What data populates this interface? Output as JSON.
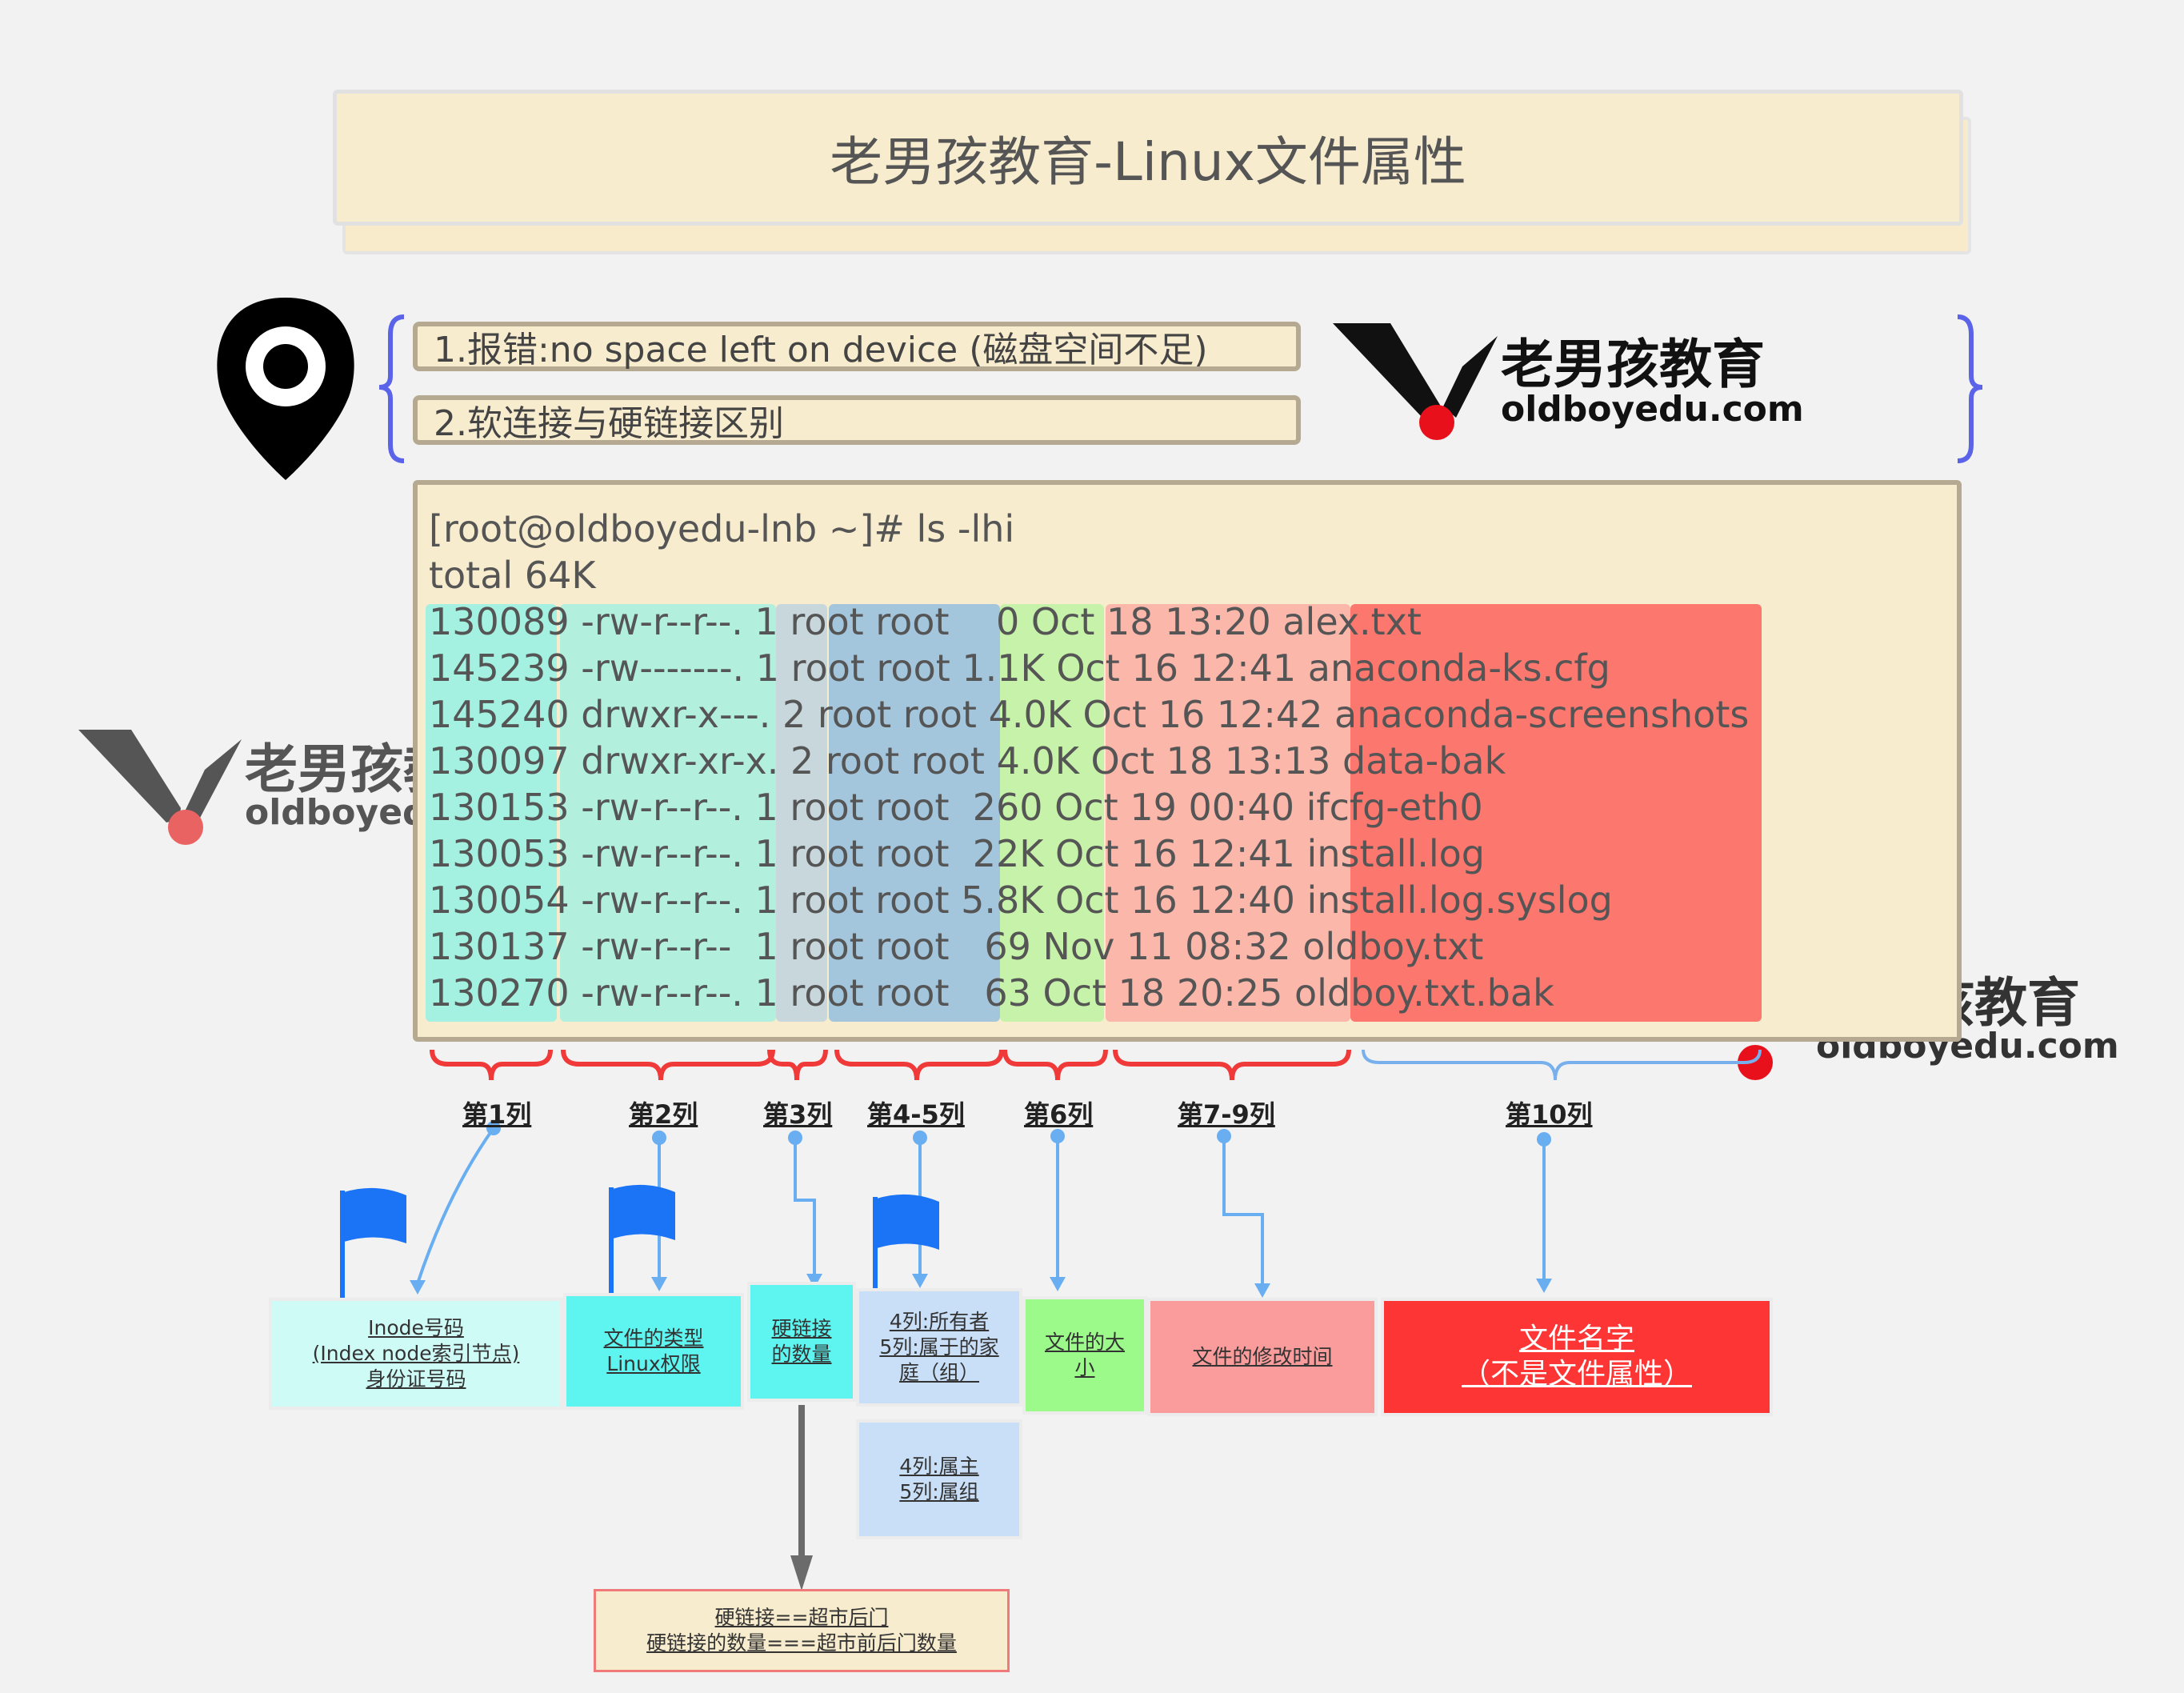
{
  "title": "老男孩教育-Linux文件属性",
  "topics": [
    "1.报错:no space left on device (磁盘空间不足)",
    "2.软连接与硬链接区别"
  ],
  "logo": {
    "cn": "老男孩教育",
    "en": "oldboyedu.com"
  },
  "terminal": {
    "command": "[root@oldboyedu-lnb ~]# ls -lhi",
    "total": "total 64K",
    "rows": [
      "130089 -rw-r--r--. 1 root root    0 Oct 18 13:20 alex.txt",
      "145239 -rw-------. 1 root root 1.1K Oct 16 12:41 anaconda-ks.cfg",
      "145240 drwxr-x---. 2 root root 4.0K Oct 16 12:42 anaconda-screenshots",
      "130097 drwxr-xr-x. 2 root root 4.0K Oct 18 13:13 data-bak",
      "130153 -rw-r--r--. 1 root root  260 Oct 19 00:40 ifcfg-eth0",
      "130053 -rw-r--r--. 1 root root  22K Oct 16 12:41 install.log",
      "130054 -rw-r--r--. 1 root root 5.8K Oct 16 12:40 install.log.syslog",
      "130137 -rw-r--r--  1 root root   69 Nov 11 08:32 oldboy.txt",
      "130270 -rw-r--r--. 1 root root   63 Oct 18 20:25 oldboy.txt.bak"
    ]
  },
  "columns": [
    "第1列",
    "第2列",
    "第3列",
    "第4-5列",
    "第6列",
    "第7-9列",
    "第10列"
  ],
  "boxes": {
    "inode": "Inode号码\n(Index node索引节点)\n身份证号码",
    "type": "文件的类型\nLinux权限",
    "links": "硬链接\n的数量",
    "owner": "4列:所有者\n5列:属于的家\n庭（组）",
    "owner2": "4列:属主\n5列:属组",
    "size": "文件的大\n小",
    "mtime": "文件的修改时间",
    "name": "文件名字\n（不是文件属性）",
    "hardlink": "硬链接==超市后门\n硬链接的数量===超市前后门数量"
  },
  "colors": {
    "inode": "#cffbf7",
    "type": "#5ef4f0",
    "links": "#5ef4f0",
    "owner": "#c8dff7",
    "size": "#9cfa8b",
    "mtime": "#fb9c9c",
    "name": "#fd3535",
    "brace_red": "#f03a3a",
    "brace_blue": "#78b0ee",
    "flag": "#1a74f5",
    "bracket": "#5b63e8"
  }
}
